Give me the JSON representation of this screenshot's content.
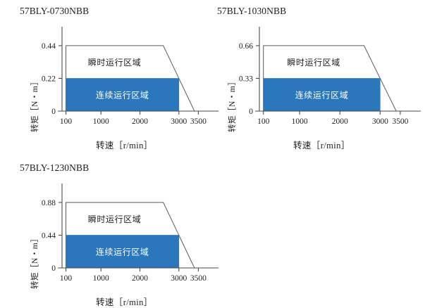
{
  "page": {
    "background_color": "#ffffff",
    "axis_color": "#4a4a4a",
    "text_color": "#1d1d1d"
  },
  "colors": {
    "continuous_fill": "#2b77bc",
    "continuous_label": "#ffffff",
    "instant_outline": "#5a5a5a",
    "instant_label": "#1d1d1d"
  },
  "labels": {
    "xlabel": "转速［r/min］",
    "ylabel": "转矩［N・m］",
    "continuous_region": "连续运行区域",
    "instant_region": "瞬时运行区域"
  },
  "chart_data": [
    {
      "type": "area",
      "title": "57BLY-0730NBB",
      "xlabel": "转速［r/min］",
      "ylabel": "转矩［N・m］",
      "xlim": [
        0,
        3800
      ],
      "ylim": [
        0,
        0.52
      ],
      "grid": false,
      "legend": "none",
      "xticks": [
        100,
        1000,
        2000,
        3000,
        3500
      ],
      "xtick_labels": [
        "100",
        "1000",
        "2000",
        "3000",
        "3500"
      ],
      "yticks": [
        0,
        0.22,
        0.44
      ],
      "ytick_labels": [
        "0",
        "0.22",
        "0.44"
      ],
      "series": [
        {
          "name": "瞬时运行区域",
          "kind": "instantaneous",
          "fill": "none",
          "outline": "#5a5a5a",
          "points": [
            [
              100,
              0
            ],
            [
              100,
              0.44
            ],
            [
              2600,
              0.44
            ],
            [
              3400,
              0
            ],
            [
              100,
              0
            ]
          ],
          "peak_torque": 0.44,
          "flat_until_rpm": 2600,
          "zero_rpm": 3400
        },
        {
          "name": "连续运行区域",
          "kind": "continuous",
          "fill": "#2b77bc",
          "points": [
            [
              100,
              0
            ],
            [
              100,
              0.22
            ],
            [
              3000,
              0.22
            ],
            [
              3000,
              0
            ],
            [
              100,
              0
            ]
          ],
          "rated_torque": 0.22,
          "max_rpm": 3000
        }
      ]
    },
    {
      "type": "area",
      "title": "57BLY-1030NBB",
      "xlabel": "转速［r/min］",
      "ylabel": "转矩［N・m］",
      "xlim": [
        0,
        3800
      ],
      "ylim": [
        0,
        0.78
      ],
      "grid": false,
      "legend": "none",
      "xticks": [
        100,
        1000,
        2000,
        3000,
        3500
      ],
      "xtick_labels": [
        "100",
        "1000",
        "2000",
        "3000",
        "3500"
      ],
      "yticks": [
        0,
        0.33,
        0.66
      ],
      "ytick_labels": [
        "0",
        "0.33",
        "0.66"
      ],
      "series": [
        {
          "name": "瞬时运行区域",
          "kind": "instantaneous",
          "fill": "none",
          "outline": "#5a5a5a",
          "points": [
            [
              100,
              0
            ],
            [
              100,
              0.66
            ],
            [
              2600,
              0.66
            ],
            [
              3400,
              0
            ],
            [
              100,
              0
            ]
          ],
          "peak_torque": 0.66,
          "flat_until_rpm": 2600,
          "zero_rpm": 3400
        },
        {
          "name": "连续运行区域",
          "kind": "continuous",
          "fill": "#2b77bc",
          "points": [
            [
              100,
              0
            ],
            [
              100,
              0.33
            ],
            [
              3000,
              0.33
            ],
            [
              3000,
              0
            ],
            [
              100,
              0
            ]
          ],
          "rated_torque": 0.33,
          "max_rpm": 3000
        }
      ]
    },
    {
      "type": "area",
      "title": "57BLY-1230NBB",
      "xlabel": "转速［r/min］",
      "ylabel": "转矩［N・m］",
      "xlim": [
        0,
        3800
      ],
      "ylim": [
        0,
        1.04
      ],
      "grid": false,
      "legend": "none",
      "xticks": [
        100,
        1000,
        2000,
        3000,
        3500
      ],
      "xtick_labels": [
        "100",
        "1000",
        "2000",
        "3000",
        "3500"
      ],
      "yticks": [
        0,
        0.44,
        0.88
      ],
      "ytick_labels": [
        "0",
        "0.44",
        "0.88"
      ],
      "series": [
        {
          "name": "瞬时运行区域",
          "kind": "instantaneous",
          "fill": "none",
          "outline": "#5a5a5a",
          "points": [
            [
              100,
              0
            ],
            [
              100,
              0.88
            ],
            [
              2600,
              0.88
            ],
            [
              3400,
              0
            ],
            [
              100,
              0
            ]
          ],
          "peak_torque": 0.88,
          "flat_until_rpm": 2600,
          "zero_rpm": 3400
        },
        {
          "name": "连续运行区域",
          "kind": "continuous",
          "fill": "#2b77bc",
          "points": [
            [
              100,
              0
            ],
            [
              100,
              0.44
            ],
            [
              3000,
              0.44
            ],
            [
              3000,
              0
            ],
            [
              100,
              0
            ]
          ],
          "rated_torque": 0.44,
          "max_rpm": 3000
        }
      ]
    }
  ]
}
